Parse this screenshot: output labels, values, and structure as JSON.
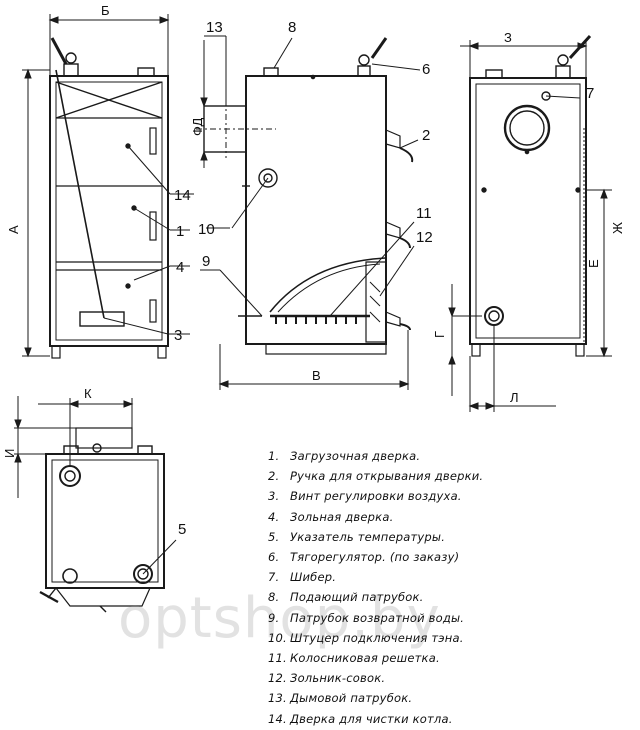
{
  "dimensions": {
    "A": "А",
    "B": "Б",
    "V": "В",
    "G": "Г",
    "D": "ФД",
    "E": "Е",
    "Zh": "Ж",
    "Z": "З",
    "I": "И",
    "K": "К",
    "L": "Л"
  },
  "callouts": {
    "c1": "1",
    "c2": "2",
    "c3": "3",
    "c4": "4",
    "c5": "5",
    "c6": "6",
    "c7": "7",
    "c8": "8",
    "c9": "9",
    "c10": "10",
    "c11": "11",
    "c12": "12",
    "c13": "13",
    "c14": "14"
  },
  "legend": [
    {
      "num": "1.",
      "text": "Загрузочная дверка."
    },
    {
      "num": "2.",
      "text": "Ручка для открывания дверки."
    },
    {
      "num": "3.",
      "text": "Винт регулировки воздуха."
    },
    {
      "num": "4.",
      "text": "Зольная дверка."
    },
    {
      "num": "5.",
      "text": "Указатель температуры."
    },
    {
      "num": "6.",
      "text": "Тягорегулятор. (по заказу)"
    },
    {
      "num": "7.",
      "text": "Шибер."
    },
    {
      "num": "8.",
      "text": "Подающий патрубок."
    },
    {
      "num": "9.",
      "text": "Патрубок возвратной воды."
    },
    {
      "num": "10.",
      "text": "Штуцер подключения тэна."
    },
    {
      "num": "11.",
      "text": "Колосниковая решетка."
    },
    {
      "num": "12.",
      "text": "Зольник-совок."
    },
    {
      "num": "13.",
      "text": "Дымовой патрубок."
    },
    {
      "num": "14.",
      "text": "Дверка для чистки котла."
    }
  ],
  "watermark": "optshop.by"
}
